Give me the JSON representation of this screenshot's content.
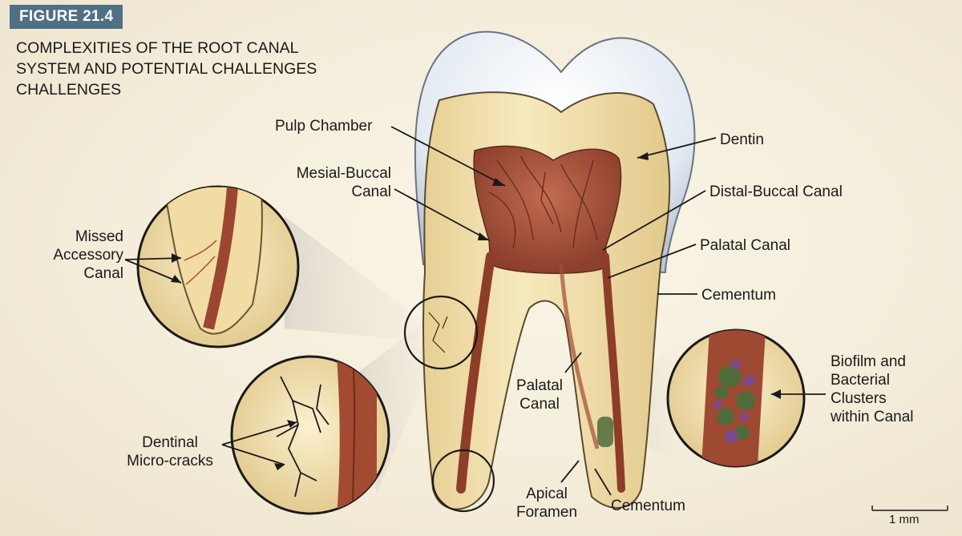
{
  "figure": {
    "number": "FIGURE 21.4",
    "title_lines": [
      "COMPLEXITIES OF THE ROOT CANAL",
      "SYSTEM AND POTENTIAL CHALLENGES",
      "CHALLENGES"
    ]
  },
  "labels": {
    "pulp_chamber": "Pulp Chamber",
    "mesial_buccal": [
      "Mesial-Buccal",
      "Canal"
    ],
    "dentin": "Dentin",
    "distal_buccal": "Distal-Buccal Canal",
    "palatal_canal_right": "Palatal Canal",
    "cementum_right": "Cementum",
    "missed_accessory": [
      "Missed",
      "Accessory",
      "Canal"
    ],
    "palatal_canal_center": [
      "Palatal",
      "Canal"
    ],
    "dentinal_microcracks": [
      "Dentinal",
      "Micro-cracks"
    ],
    "apical_foramen": [
      "Apical",
      "Foramen"
    ],
    "cementum_bottom": "Cementum",
    "biofilm": [
      "Biofilm and",
      "Bacterial",
      "Clusters",
      "within Canal"
    ]
  },
  "scale_bar": {
    "label": "1 mm"
  },
  "colors": {
    "badge": "#4f6f84",
    "enamel": "#e6ecf2",
    "dentin": "#f1deaa",
    "pulp": "#a9553f",
    "background": "#f3ecd9"
  }
}
